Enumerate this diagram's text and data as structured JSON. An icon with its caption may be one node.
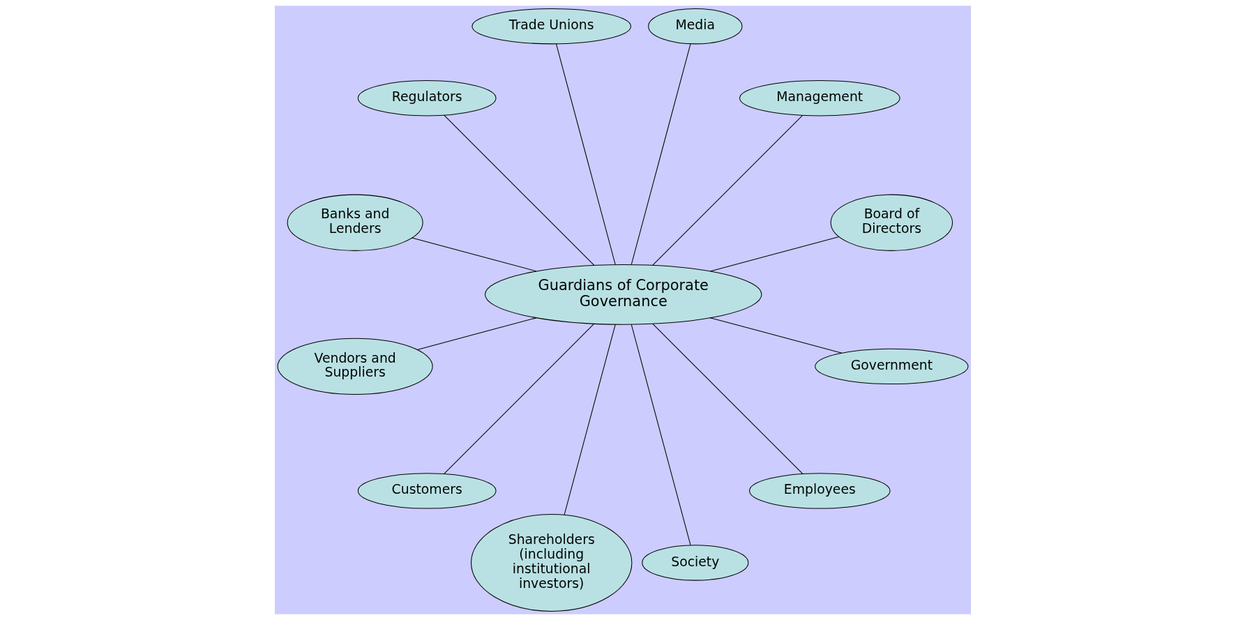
{
  "diagram": {
    "nodes": [
      {
        "text": [
          "Board of Directors"
        ]
      },
      {
        "text": [
          "Management"
        ]
      },
      {
        "text": [
          "Media"
        ]
      },
      {
        "text": [
          "Trade Unions"
        ]
      },
      {
        "text": [
          "Regulators"
        ]
      },
      {
        "text": [
          "Guardians of Corporate Governance"
        ]
      },
      {
        "text": [
          "Banks and Lenders"
        ]
      },
      {
        "text": [
          "Vendors and Suppliers"
        ]
      },
      {
        "text": [
          "Customers"
        ]
      },
      {
        "text": [
          "Shareholders (including institutional investors)"
        ]
      },
      {
        "text": [
          "Society"
        ]
      },
      {
        "text": [
          "Employees"
        ]
      },
      {
        "text": [
          "Government"
        ]
      }
    ],
    "edges": [
      {
        "from": 5,
        "to": 0,
        "arrow": "none"
      },
      {
        "from": 5,
        "to": 1,
        "arrow": "none"
      },
      {
        "from": 5,
        "to": 3,
        "arrow": "none"
      },
      {
        "from": 5,
        "to": 6,
        "arrow": "none"
      },
      {
        "from": 5,
        "to": 8,
        "arrow": "none"
      },
      {
        "from": 5,
        "to": 10,
        "arrow": "none"
      },
      {
        "from": 5,
        "to": 12,
        "arrow": "none"
      },
      {
        "from": 5,
        "to": 11,
        "arrow": "none"
      },
      {
        "from": 5,
        "to": 9,
        "arrow": "none"
      },
      {
        "from": 5,
        "to": 7,
        "arrow": "none"
      },
      {
        "from": 5,
        "to": 4,
        "arrow": "none"
      },
      {
        "from": 5,
        "to": 2,
        "arrow": "none"
      }
    ]
  }
}
